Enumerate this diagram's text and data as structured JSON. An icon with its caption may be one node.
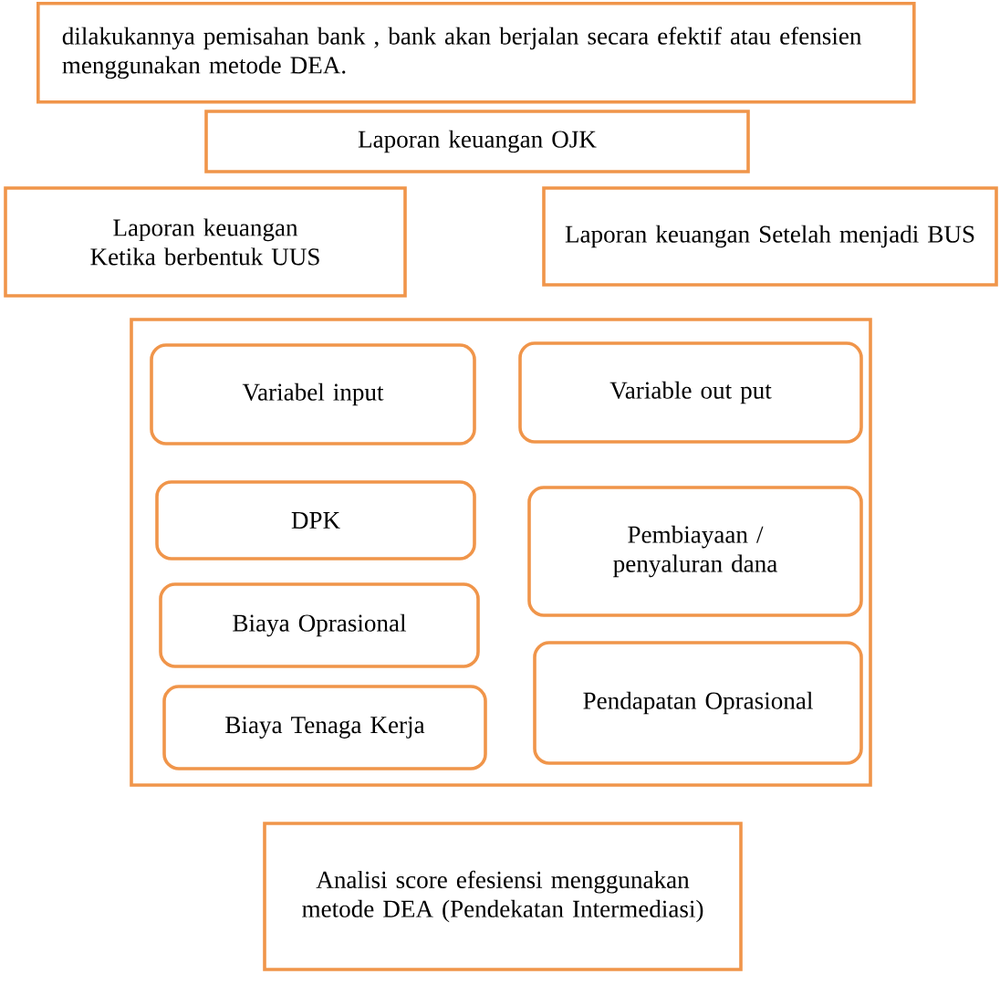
{
  "diagram": {
    "nodes": [
      {
        "text": [
          "dilakukannya pemisahan bank , bank akan berjalan secara efektif atau efensien menggunakan metode DEA."
        ]
      },
      {
        "text": [
          "Laporan keuangan OJK"
        ]
      },
      {
        "text": [
          "Laporan keuangan Ketika berbentuk UUS"
        ]
      },
      {
        "text": [
          "Laporan keuangan Setelah menjadi BUS"
        ]
      },
      {
        "text": [],
        "shape": "box"
      },
      {
        "text": [
          "Variabel input"
        ],
        "in": 4
      },
      {
        "text": [
          "Variable out put"
        ],
        "in": 4
      },
      {
        "text": [
          "DPK"
        ],
        "in": 4
      },
      {
        "text": [
          "Pembiayaan / penyaluran dana"
        ],
        "in": 4
      },
      {
        "text": [
          "Biaya Oprasional"
        ],
        "in": 4
      },
      {
        "text": [
          "Pendapatan Oprasional"
        ],
        "in": 4
      },
      {
        "text": [
          "Biaya Tenaga Kerja"
        ],
        "in": 4
      },
      {
        "text": [
          "Analisi score efesiensi menggunakan metode DEA (Pendekatan Intermediasi)"
        ]
      }
    ],
    "edges": []
  }
}
